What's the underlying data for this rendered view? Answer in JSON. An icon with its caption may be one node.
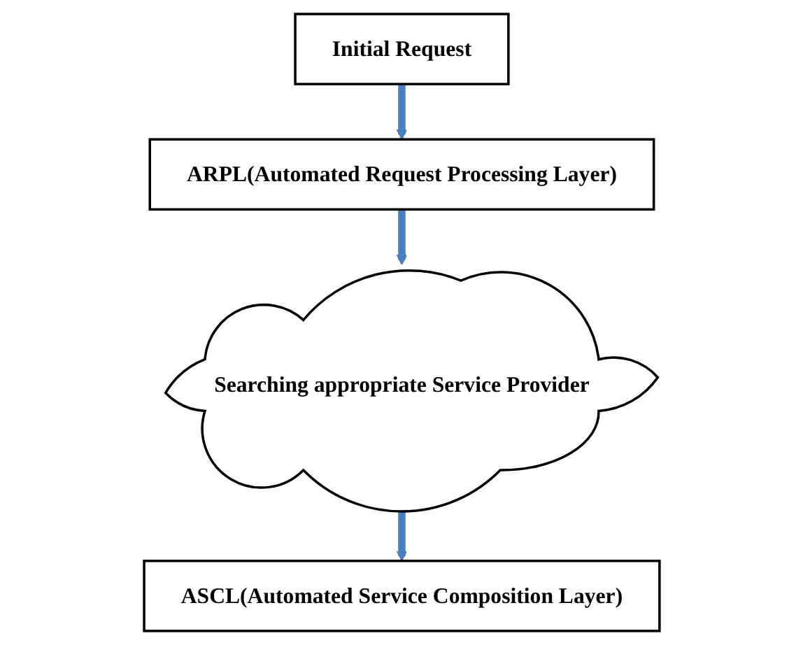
{
  "diagram": {
    "nodes": [
      {
        "text": [
          "Initial Request"
        ]
      },
      {
        "text": [
          "ARPL(Automated Request Processing Layer)"
        ]
      },
      {
        "text": [
          "Searching appropriate Service Provider"
        ]
      },
      {
        "text": [
          "ASCL(Automated Service Composition Layer)"
        ]
      }
    ],
    "edges": [
      {
        "from": 0,
        "to": 1,
        "arrow": "to"
      },
      {
        "from": 1,
        "to": 2,
        "arrow": "to"
      },
      {
        "from": 2,
        "to": 3,
        "arrow": "to"
      }
    ]
  }
}
